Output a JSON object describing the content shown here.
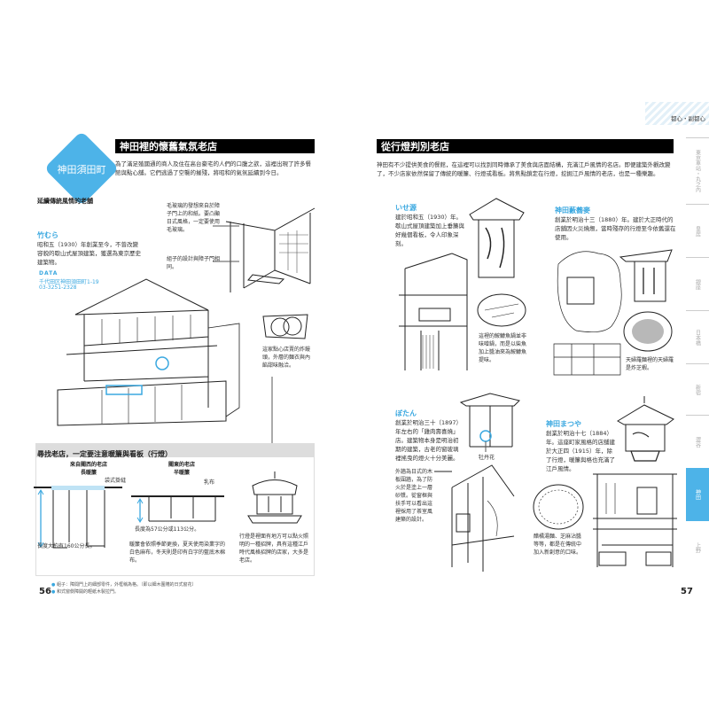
{
  "left": {
    "area_badge": "神田須田町",
    "subtitle": "延續傳統風情的老舖",
    "heading": "神田裡的懷舊氣氛老店",
    "intro": "為了滿足殖國通的商人及住在高台豪宅的人們的口腹之欲，這裡出現了許多餐館與點心舖。它們逃過了空襲的摧殘，將昭和的氣氛延續到今日。",
    "room_caption_1": "毛玻璃的發想來自於障子門上的和紙。要凸顯日式風格，一定要使用毛玻璃。",
    "room_caption_2": "組子的設計與障子門相同。",
    "shop_name": "竹むら",
    "shop_desc": "昭和五（1930）年創業至今，不曾改變容貌的歇山式屋頂建築，獲選為東京歷史建築物。",
    "data_label": "DATA",
    "address": "千代田区神田須田町1-19",
    "phone": "03-3251-2328",
    "dessert_caption": "這家點心店賣的炸饅頭，外層的麵衣與內餡甜味融洽。",
    "section_heading": "尋找老店，一定要注意暖簾與看板（行燈）",
    "noren_west_title": "來自關西的老店",
    "noren_west_sub": "長暖簾",
    "noren_west_label": "袋式掛縫",
    "noren_west_length": "長度大約有160公分長。",
    "noren_east_title": "關東的老店",
    "noren_east_sub": "半暖簾",
    "noren_east_label": "乳布",
    "noren_east_length": "長度為57公分或113公分。",
    "noren_note": "暖簾會依照季節更換，夏天使用染業字的白色麻布，冬天則是印有白字的藍底木棉布。",
    "lantern_note": "行燈是裡面有地方可以點火照明的一種招牌，具有這種江戶時代風格招牌的店家，大多是老店。",
    "footnotes": [
      "組子：障間門上的細部零件，外框稱為格。（即以細木圍賤的日式窗花）",
      "和式窗側障開的輕紙木製拉門。"
    ],
    "page_number": "56"
  },
  "right": {
    "heading": "從行燈判別老店",
    "intro": "神田有不少提供美食的餐館，在這裡可以找到同時傳承了美食與店面結構，充滿江戶風情的名店。即便建築外觀改變了，不少店家依然保留了傳統的暖簾、行燈或看板。將焦點鎖定在行燈，挖掘江戶風情的老店，也是一種樂趣。",
    "shops": [
      {
        "name": "いせ源",
        "desc": "建於昭和五（1930）年。歇山式屋頂建築加上垂簾與好幾個看板，令人印象深刻。",
        "caption": "這裡的鮟鱇魚鍋並非味噌鍋，而是以柴魚加上醬油來為鮟鱇魚提味。"
      },
      {
        "name": "神田藪蕎麥",
        "desc": "創業於明治十三（1880）年。建於大正時代的店舖因火災燒燬，當時殘存的行燈至今依舊還在使用。",
        "caption": "天婦羅麵裡的天婦羅是炸芝蝦。"
      },
      {
        "name": "ぼたん",
        "desc": "創業於明治三十（1897）年左右的「雞肉壽喜燒」店。建築物本身是明治初期的建築，古老的窗玻璃裡搖曳的燈火十分美麗。",
        "label": "牡丹花",
        "caption": "外牆為日式的木板圍牆，為了防火於是塗上一層砂漿。從窗框與扶手可以看出這裡採用了茶室風建築的設計。"
      },
      {
        "name": "神田まつや",
        "desc": "創業於明治十七（1884）年。這座町家風格的店舖建於大正四（1915）年，除了行燈，暖簾與格也充滿了江戶風情。",
        "caption": "醋橘湯麵、芝麻沾醬等等，都是在傳統中加入新創意的口味。"
      }
    ],
    "page_number": "57"
  },
  "sidebar": {
    "header": "都心・副都心",
    "tabs": [
      "東京車站・丸之內",
      "皇居",
      "銀座",
      "日本橋",
      "新宿",
      "澀谷",
      "神田",
      "上野"
    ],
    "active": "神田"
  },
  "colors": {
    "accent": "#4db3e8"
  }
}
